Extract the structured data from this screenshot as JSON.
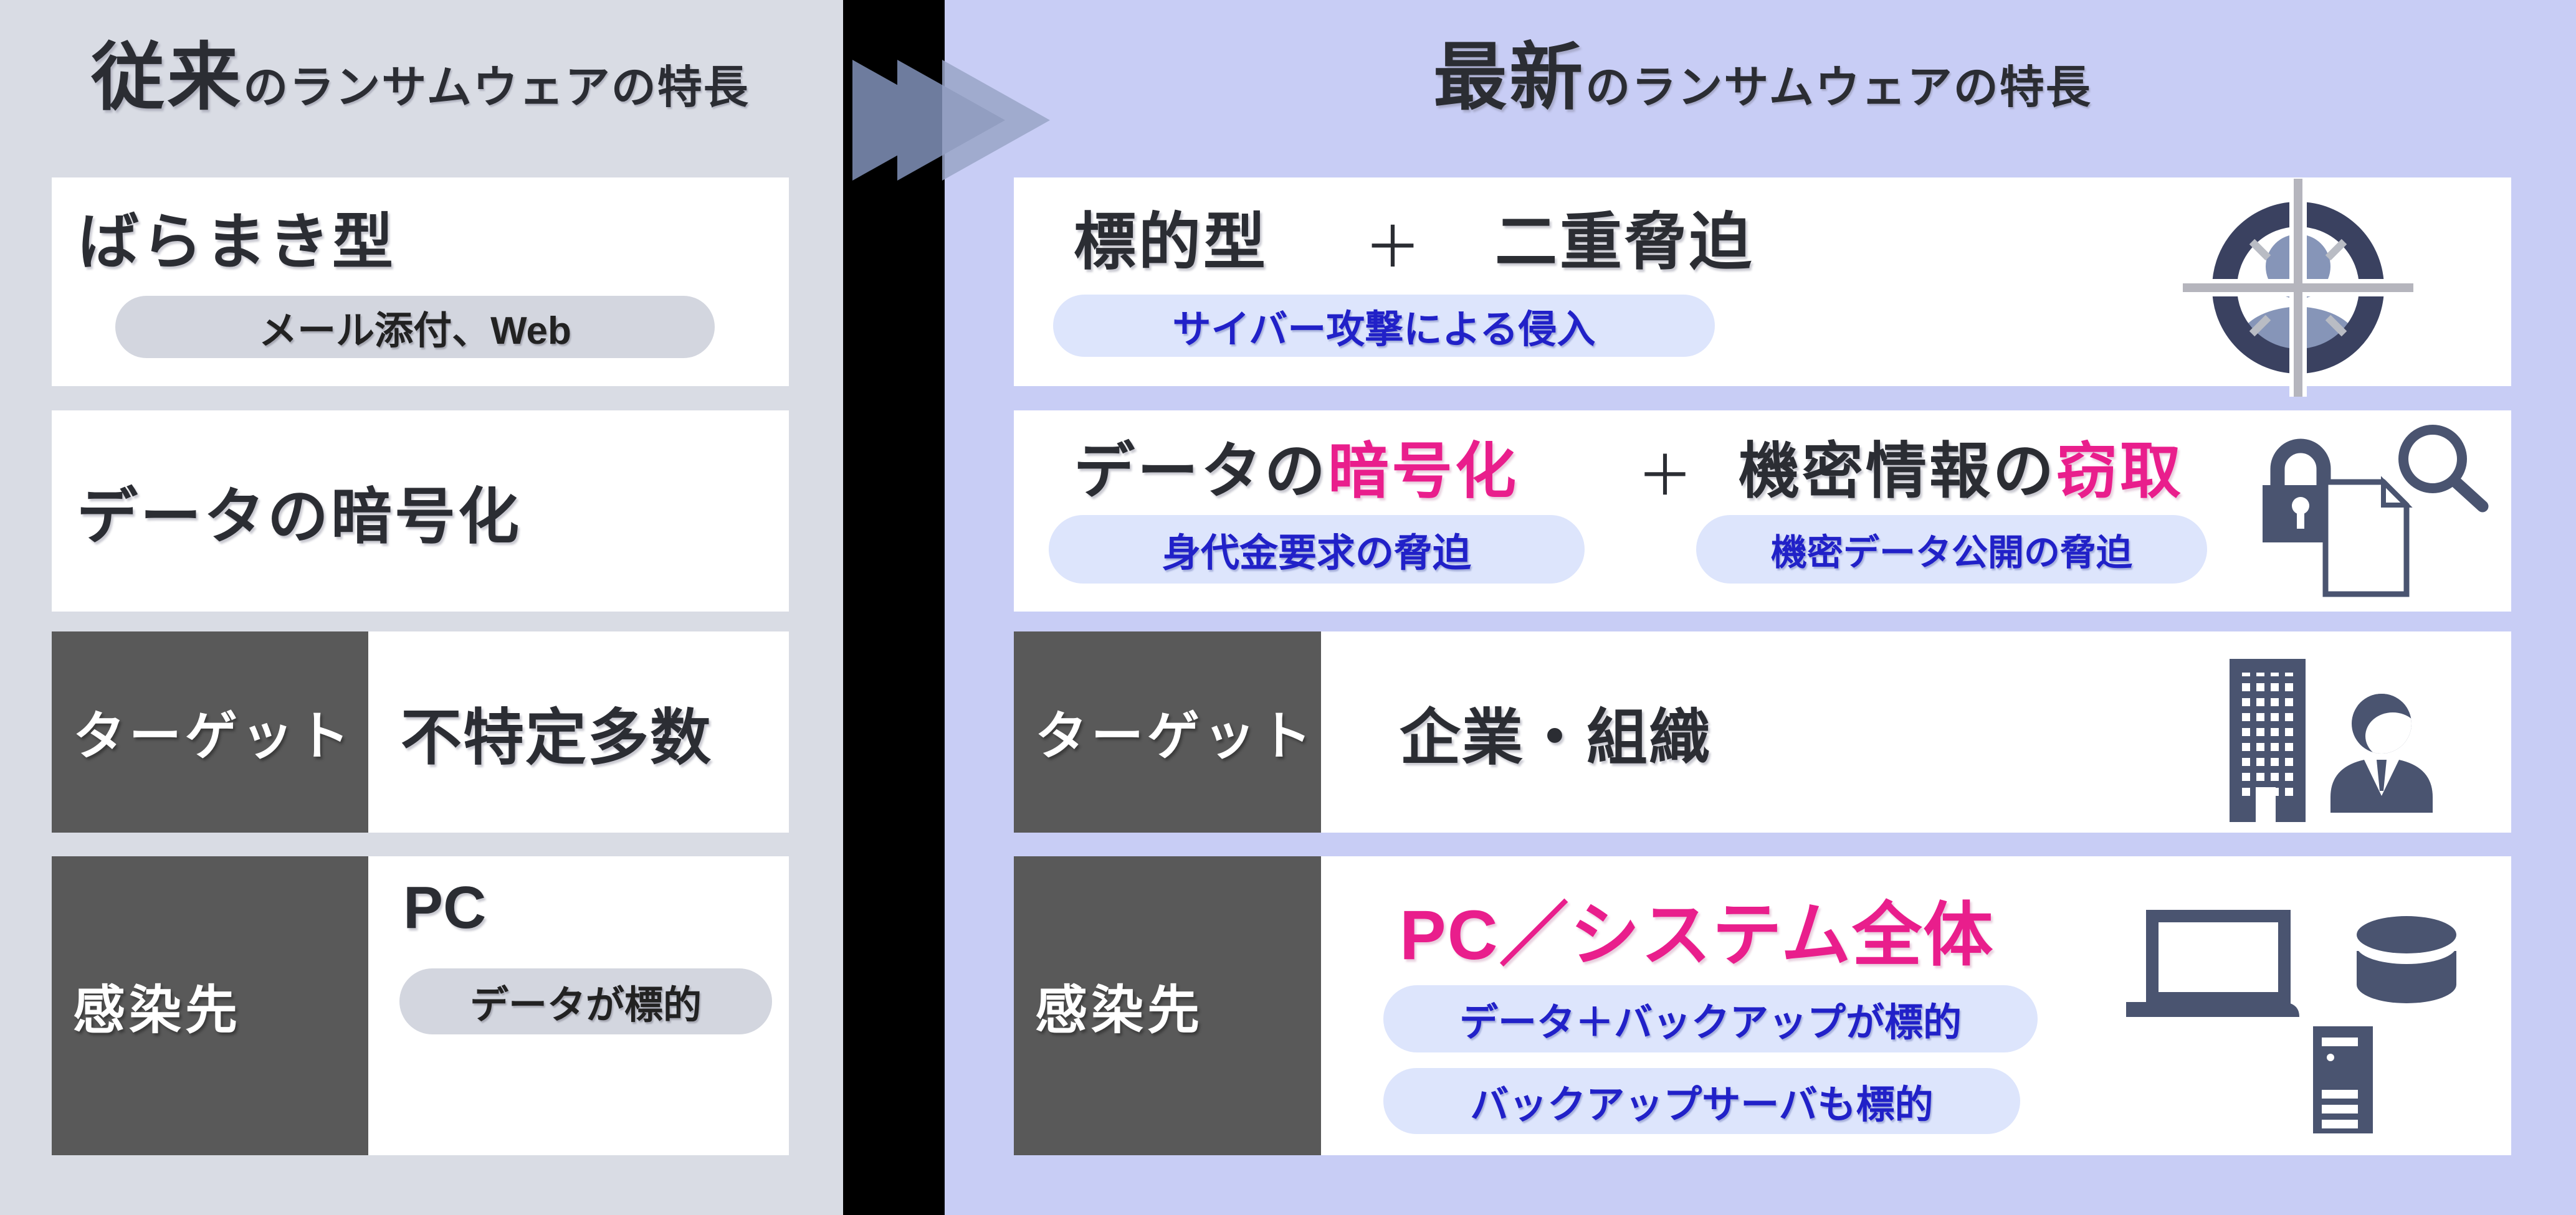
{
  "colors": {
    "left_bg": "#d9dce4",
    "right_bg": "#c8cdf5",
    "divider": "#000000",
    "dark_cell": "#595959",
    "accent_pink": "#e91e8c",
    "accent_blue": "#2121c8",
    "pill_blue_bg": "#dde5fc",
    "pill_gray_bg": "#d3d6df",
    "icon_navy": "#4a5470",
    "chevron_dark": "#6e7c9e",
    "chevron_light": "#99a4c7"
  },
  "left": {
    "title_big": "従来",
    "title_rest": "のランサムウェアの特長",
    "box1": {
      "heading": "ばらまき型",
      "pill": "メール添付、Web"
    },
    "box2": {
      "heading": "データの暗号化"
    },
    "row1": {
      "label": "ターゲット",
      "value": "不特定多数"
    },
    "row2": {
      "label": "感染先",
      "value": "PC",
      "pill": "データが標的"
    }
  },
  "right": {
    "title_big": "最新",
    "title_rest": "のランサムウェアの特長",
    "box1": {
      "heading_a": "標的型",
      "plus": "＋",
      "heading_b": "二重脅迫",
      "pill": "サイバー攻撃による侵入"
    },
    "box2": {
      "heading_a_prefix": "データの",
      "heading_a_accent": "暗号化",
      "plus": "＋",
      "heading_b_prefix": "機密情報の",
      "heading_b_accent": "窃取",
      "pill_a": "身代金要求の脅迫",
      "pill_b": "機密データ公開の脅迫"
    },
    "row1": {
      "label": "ターゲット",
      "value": "企業・組織"
    },
    "row2": {
      "label": "感染先",
      "value": "PC／システム全体",
      "pill_a": "データ＋バックアップが標的",
      "pill_b": "バックアップサーバも標的"
    }
  },
  "icons": [
    "fast-forward-chevrons-icon",
    "target-person-icon",
    "padlock-icon",
    "document-icon",
    "magnifier-icon",
    "building-icon",
    "businessperson-icon",
    "laptop-icon",
    "database-icon",
    "server-icon"
  ]
}
